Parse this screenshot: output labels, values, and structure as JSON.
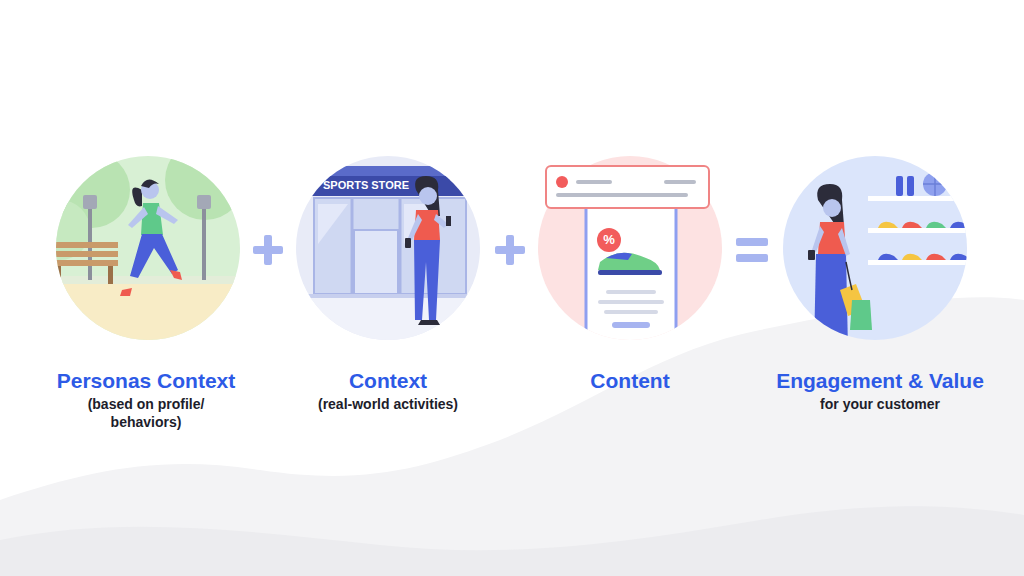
{
  "diagram": {
    "nodes": [
      {
        "text": [
          "Personas Context",
          "(based on profile/ behaviors)"
        ]
      },
      {
        "text": [
          "Context",
          "(real-world activities)"
        ]
      },
      {
        "text": [
          "Content"
        ]
      },
      {
        "text": [
          "Engagement & Value",
          "for your customer"
        ]
      }
    ],
    "labels": [
      "SPORTS STORE",
      "%"
    ]
  }
}
